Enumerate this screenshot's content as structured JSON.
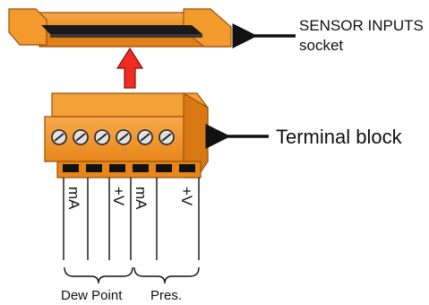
{
  "callouts": {
    "socket_line1": "SENSOR INPUTS",
    "socket_line2": "socket",
    "terminal": "Terminal block"
  },
  "wire_labels": [
    "mA",
    "+V",
    "mA",
    "+V"
  ],
  "groups": [
    "Dew Point",
    "Pres."
  ],
  "terminal_count": 6,
  "colors": {
    "orange": "#f0901e",
    "orange_dark": "#c86e10",
    "arrow_red": "#ef2b22",
    "line": "#111111"
  },
  "icons": {
    "terminal_screw": "screw-head-icon",
    "insert_arrow": "up-arrow-icon",
    "pointer": "left-arrow-icon"
  }
}
